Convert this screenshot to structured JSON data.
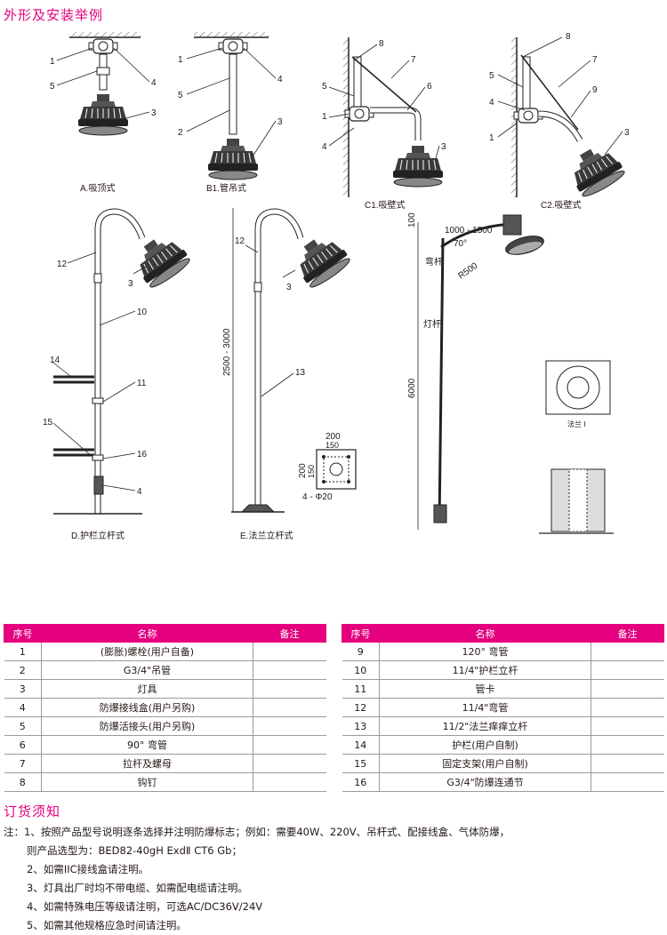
{
  "header": {
    "title": "外形及安装举例"
  },
  "diagram": {
    "captions": {
      "a": "A.吸顶式",
      "b1": "B1.管吊式",
      "c1": "C1.吸壁式",
      "c2": "C2.吸壁式",
      "d": "D.护栏立杆式",
      "e": "E.法兰立杆式",
      "flange": "法兰 I"
    },
    "callouts": [
      "1",
      "2",
      "3",
      "4",
      "5",
      "6",
      "7",
      "8",
      "9",
      "10",
      "11",
      "12",
      "13",
      "14",
      "15",
      "16"
    ],
    "dimensions": {
      "height_e": "2500 - 3000",
      "flange_w": "200",
      "flange_inner": "150",
      "flange_h": "200",
      "flange_inner_h": "150",
      "flange_holes": "4 - Φ20",
      "arm_len": "1000 - 1500",
      "angle": "70°",
      "radius": "R500",
      "top_h": "100",
      "pole_h": "6000",
      "bend_label": "弯杆",
      "pole_label": "灯杆"
    }
  },
  "parts": {
    "headers": {
      "no": "序号",
      "name": "名称",
      "note": "备注"
    },
    "left": [
      {
        "no": "1",
        "name": "(膨胀)螺栓(用户自备)"
      },
      {
        "no": "2",
        "name": "G3/4\"吊管"
      },
      {
        "no": "3",
        "name": "灯具"
      },
      {
        "no": "4",
        "name": "防爆接线盒(用户另购)"
      },
      {
        "no": "5",
        "name": "防爆活接头(用户另购)"
      },
      {
        "no": "6",
        "name": "90°  弯管"
      },
      {
        "no": "7",
        "name": "拉杆及螺母"
      },
      {
        "no": "8",
        "name": "钩钉"
      }
    ],
    "right": [
      {
        "no": "9",
        "name": "120°  弯管"
      },
      {
        "no": "10",
        "name": "11/4\"护栏立杆"
      },
      {
        "no": "11",
        "name": "管卡"
      },
      {
        "no": "12",
        "name": "11/4\"弯管"
      },
      {
        "no": "13",
        "name": "11/2\"法兰痒痒立杆"
      },
      {
        "no": "14",
        "name": "护栏(用户自制)"
      },
      {
        "no": "15",
        "name": "固定支架(用户自制)"
      },
      {
        "no": "16",
        "name": "G3/4\"防爆连通节"
      }
    ]
  },
  "ordering": {
    "title": "订货须知",
    "lines": [
      "注：1、按照产品型号说明逐条选择并注明防爆标志；例如：需要40W、220V、吊杆式、配接线盒、气体防爆，",
      "则产品选型为：BED82-40gH ExdⅡ CT6  Gb；",
      "2、如需IIC接线盒请注明。",
      "3、灯具出厂时均不带电缆、如需配电缆请注明。",
      "4、如需特殊电压等级请注明，可选AC/DC36V/24V",
      "5、如需其他规格应急时间请注明。"
    ]
  }
}
